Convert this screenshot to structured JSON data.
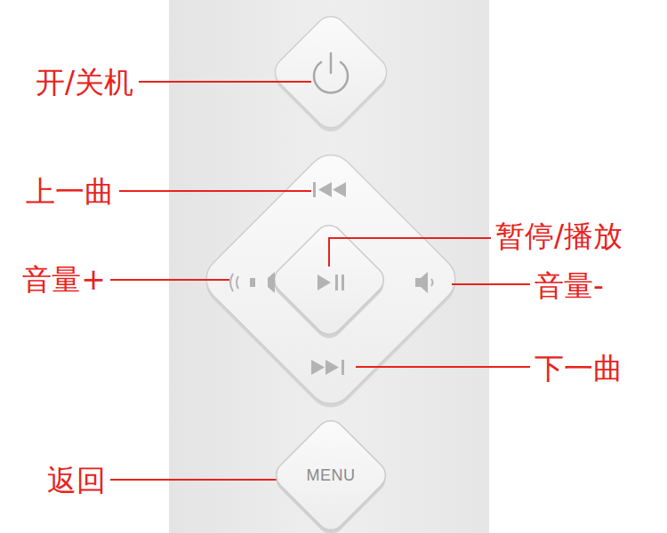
{
  "diagram": {
    "nodes": [
      {
        "text": [
          "MENU"
        ]
      }
    ],
    "labels": [
      "开/关机",
      "上一曲",
      "暂停/播放",
      "音量+",
      "音量-",
      "下一曲",
      "返回"
    ]
  }
}
